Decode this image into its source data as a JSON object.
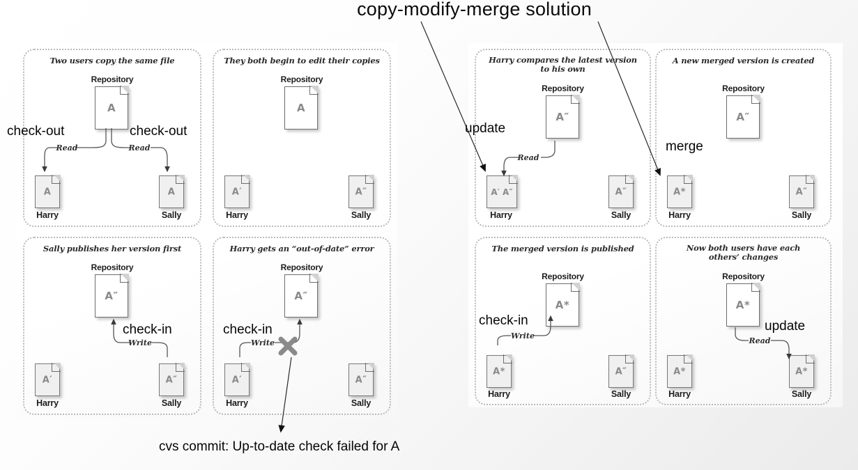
{
  "title": "copy-modify-merge solution",
  "bottom_caption": "cvs commit: Up-to-date check failed for A",
  "labels": {
    "repository": "Repository",
    "harry": "Harry",
    "sally": "Sally",
    "read": "Read",
    "write": "Write"
  },
  "annotations": {
    "checkout_left": "check-out",
    "checkout_right": "check-out",
    "checkin_sally": "check-in",
    "checkin_harry": "check-in",
    "update_harry": "update",
    "merge": "merge",
    "checkin_merged": "check-in",
    "update_sally": "update"
  },
  "panels": [
    {
      "id": "panel-two-users-copy",
      "title": "Two users copy the same file",
      "repository_version": "A",
      "harry_version": "A",
      "sally_version": "A",
      "flow_labels": [
        "Read",
        "Read"
      ]
    },
    {
      "id": "panel-both-edit",
      "title": "They both begin to edit their copies",
      "repository_version": "A",
      "harry_version": "A′",
      "sally_version": "A″",
      "flow_labels": []
    },
    {
      "id": "panel-sally-publishes",
      "title": "Sally publishes her version first",
      "repository_version": "A″",
      "harry_version": "A′",
      "sally_version": "A″",
      "flow_labels": [
        "Write"
      ]
    },
    {
      "id": "panel-out-of-date-error",
      "title": "Harry gets an “out-of-date” error",
      "repository_version": "A″",
      "harry_version": "A′",
      "sally_version": "A″",
      "flow_labels": [
        "Write"
      ]
    },
    {
      "id": "panel-harry-compares",
      "title": "Harry compares the latest version to his own",
      "title_line1": "Harry compares the latest version",
      "title_line2": "to his own",
      "repository_version": "A″",
      "harry_version": "A′ A″",
      "sally_version": "A″",
      "flow_labels": [
        "Read"
      ]
    },
    {
      "id": "panel-new-merged-version",
      "title": "A new merged version is created",
      "repository_version": "A″",
      "harry_version": "A*",
      "sally_version": "A″",
      "flow_labels": []
    },
    {
      "id": "panel-merged-published",
      "title": "The merged version is published",
      "repository_version": "A*",
      "harry_version": "A*",
      "sally_version": "A″",
      "flow_labels": [
        "Write"
      ]
    },
    {
      "id": "panel-both-have-changes",
      "title": "Now both users have each others’ changes",
      "title_line1": "Now both users have each",
      "title_line2": "others’ changes",
      "repository_version": "A*",
      "harry_version": "A*",
      "sally_version": "A*",
      "flow_labels": [
        "Read"
      ]
    }
  ],
  "colors": {
    "text": "#050505",
    "panel_border": "#b9b9b9",
    "doc_border": "#6d6d6d",
    "doc_fill": "#ffffff",
    "doc_small_fill": "#f0f0f0",
    "doc_letter": "#8a8a8a",
    "error_mark": "#7a7a7a"
  }
}
